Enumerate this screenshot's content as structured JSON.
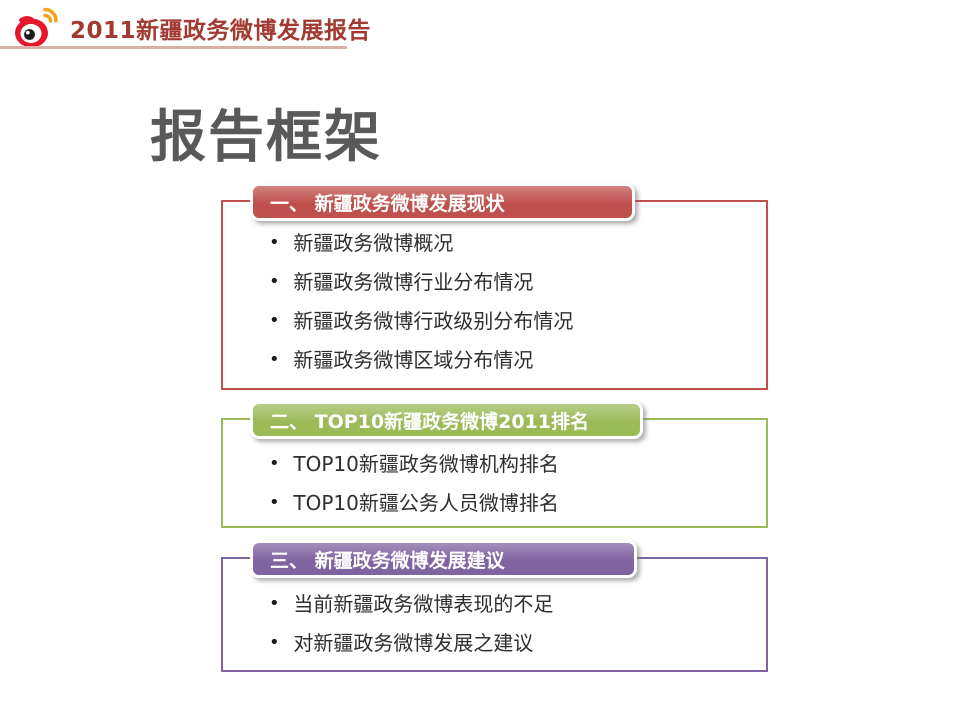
{
  "header": {
    "title": "2011新疆政务微博发展报告",
    "title_color": "#A23A31",
    "underline_color": "#D8B0A6",
    "logo_icon": "weibo-logo",
    "logo_colors": {
      "eye_red": "#E6162D",
      "signal_orange": "#F5A31D"
    }
  },
  "page_title": {
    "text": "报告框架",
    "color": "#595959"
  },
  "glyphs": {
    "bullet": "•"
  },
  "sections": [
    {
      "badge": "一、 新疆政务微博发展现状",
      "color": "#C0504D",
      "bullets": [
        "新疆政务微博概况",
        "新疆政务微博行业分布情况",
        "新疆政务微博行政级别分布情况",
        "新疆政务微博区域分布情况"
      ]
    },
    {
      "badge": "二、 TOP10新疆政务微博2011排名",
      "color": "#9BBB59",
      "bullets": [
        "TOP10新疆政务微博机构排名",
        "TOP10新疆公务人员微博排名"
      ]
    },
    {
      "badge": "三、 新疆政务微博发展建议",
      "color": "#8064A2",
      "bullets": [
        "当前新疆政务微博表现的不足",
        "对新疆政务微博发展之建议"
      ]
    }
  ]
}
